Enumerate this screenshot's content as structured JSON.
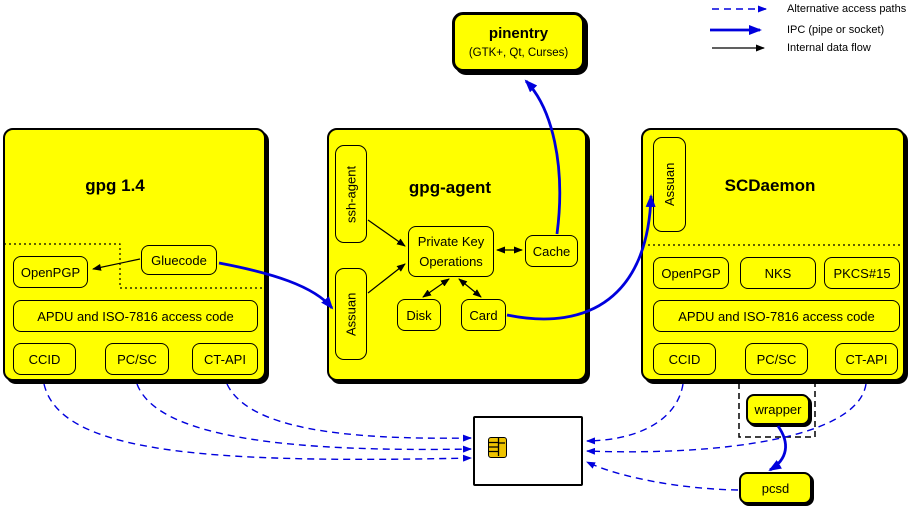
{
  "legend": {
    "alt_paths": "Alternative access paths",
    "ipc": "IPC (pipe or socket)",
    "internal": "Internal data flow"
  },
  "pinentry": {
    "title": "pinentry",
    "subtitle": "(GTK+, Qt, Curses)"
  },
  "gpg14": {
    "title": "gpg 1.4",
    "openpgp": "OpenPGP",
    "gluecode": "Gluecode",
    "apdu": "APDU and ISO-7816 access code",
    "ccid": "CCID",
    "pcsc": "PC/SC",
    "ctapi": "CT-API"
  },
  "gpg_agent": {
    "title": "gpg-agent",
    "ssh_agent": "ssh-agent",
    "assuan": "Assuan",
    "pko_line1": "Private Key",
    "pko_line2": "Operations",
    "cache": "Cache",
    "disk": "Disk",
    "card": "Card"
  },
  "scdaemon": {
    "title": "SCDaemon",
    "assuan": "Assuan",
    "openpgp": "OpenPGP",
    "nks": "NKS",
    "pkcs15": "PKCS#15",
    "apdu": "APDU and ISO-7816 access code",
    "ccid": "CCID",
    "pcsc": "PC/SC",
    "ctapi": "CT-API"
  },
  "external": {
    "wrapper": "wrapper",
    "pcsd": "pcsd"
  },
  "colors": {
    "box_fill": "#ffff00",
    "line_blue": "#0000dd",
    "line_black": "#000000",
    "chip_gold": "#eec300",
    "card_fill": "#ffffff"
  }
}
